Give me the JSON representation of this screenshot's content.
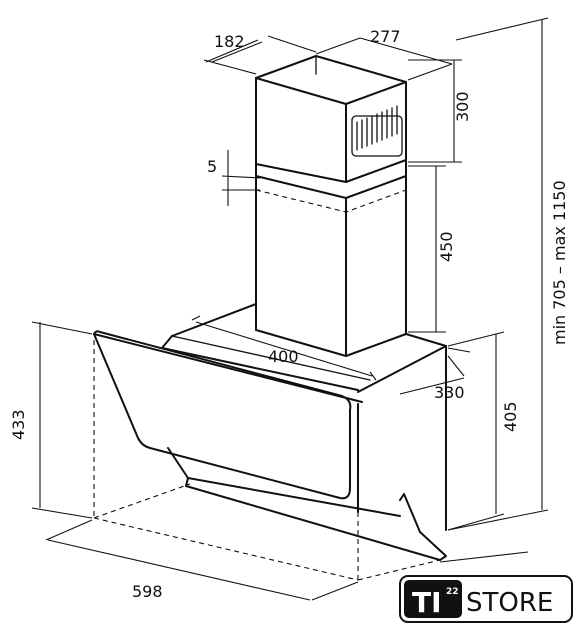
{
  "dimensions": {
    "chimney_depth": "182",
    "chimney_width": "277",
    "chimney_upper_height": "300",
    "chimney_overlap": "5",
    "chimney_lower_height": "450",
    "total_height": "min 705  –  max 1150",
    "body_width": "400",
    "body_depth": "330",
    "wall_height": "405",
    "glass_height": "433",
    "glass_width": "598"
  },
  "logo": {
    "ti": "TI",
    "superscript": "22",
    "store": "STORE"
  },
  "colors": {
    "line": "#111111",
    "background": "#ffffff",
    "logo_fill": "#111111"
  }
}
